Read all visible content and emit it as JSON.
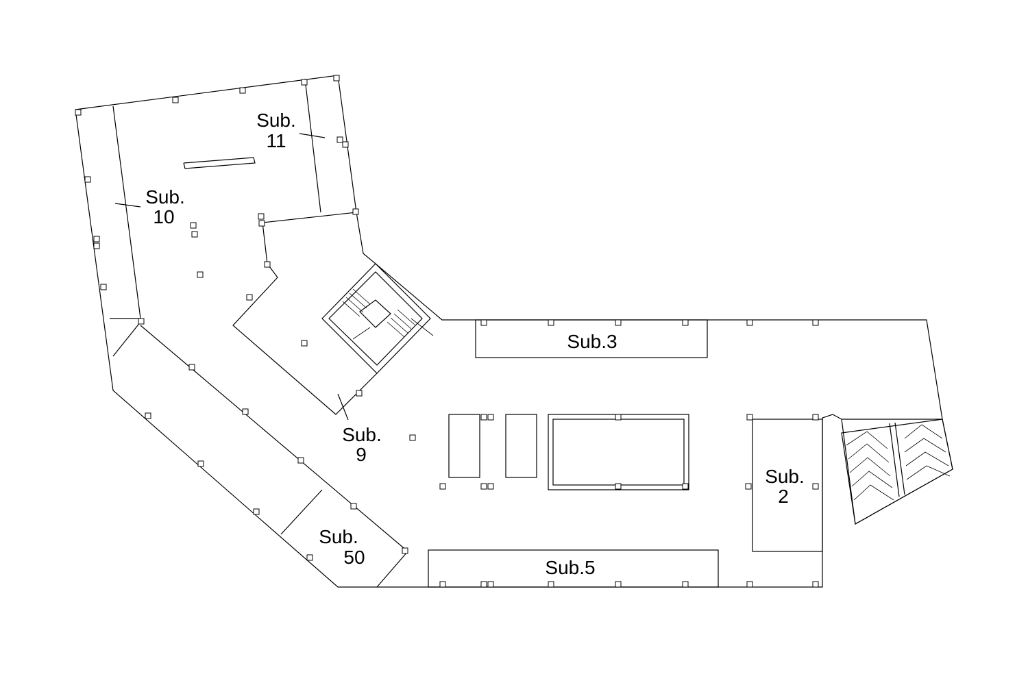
{
  "units": [
    {
      "id": "sub-11",
      "line1": "Sub.",
      "line2": "11"
    },
    {
      "id": "sub-10",
      "line1": "Sub.",
      "line2": "10"
    },
    {
      "id": "sub-3",
      "line1": "Sub.3",
      "line2": ""
    },
    {
      "id": "sub-9",
      "line1": "Sub.",
      "line2": "9"
    },
    {
      "id": "sub-2",
      "line1": "Sub.",
      "line2": "2"
    },
    {
      "id": "sub-50",
      "line1": "Sub.",
      "line2": "50"
    },
    {
      "id": "sub-5",
      "line1": "Sub.5",
      "line2": ""
    }
  ]
}
